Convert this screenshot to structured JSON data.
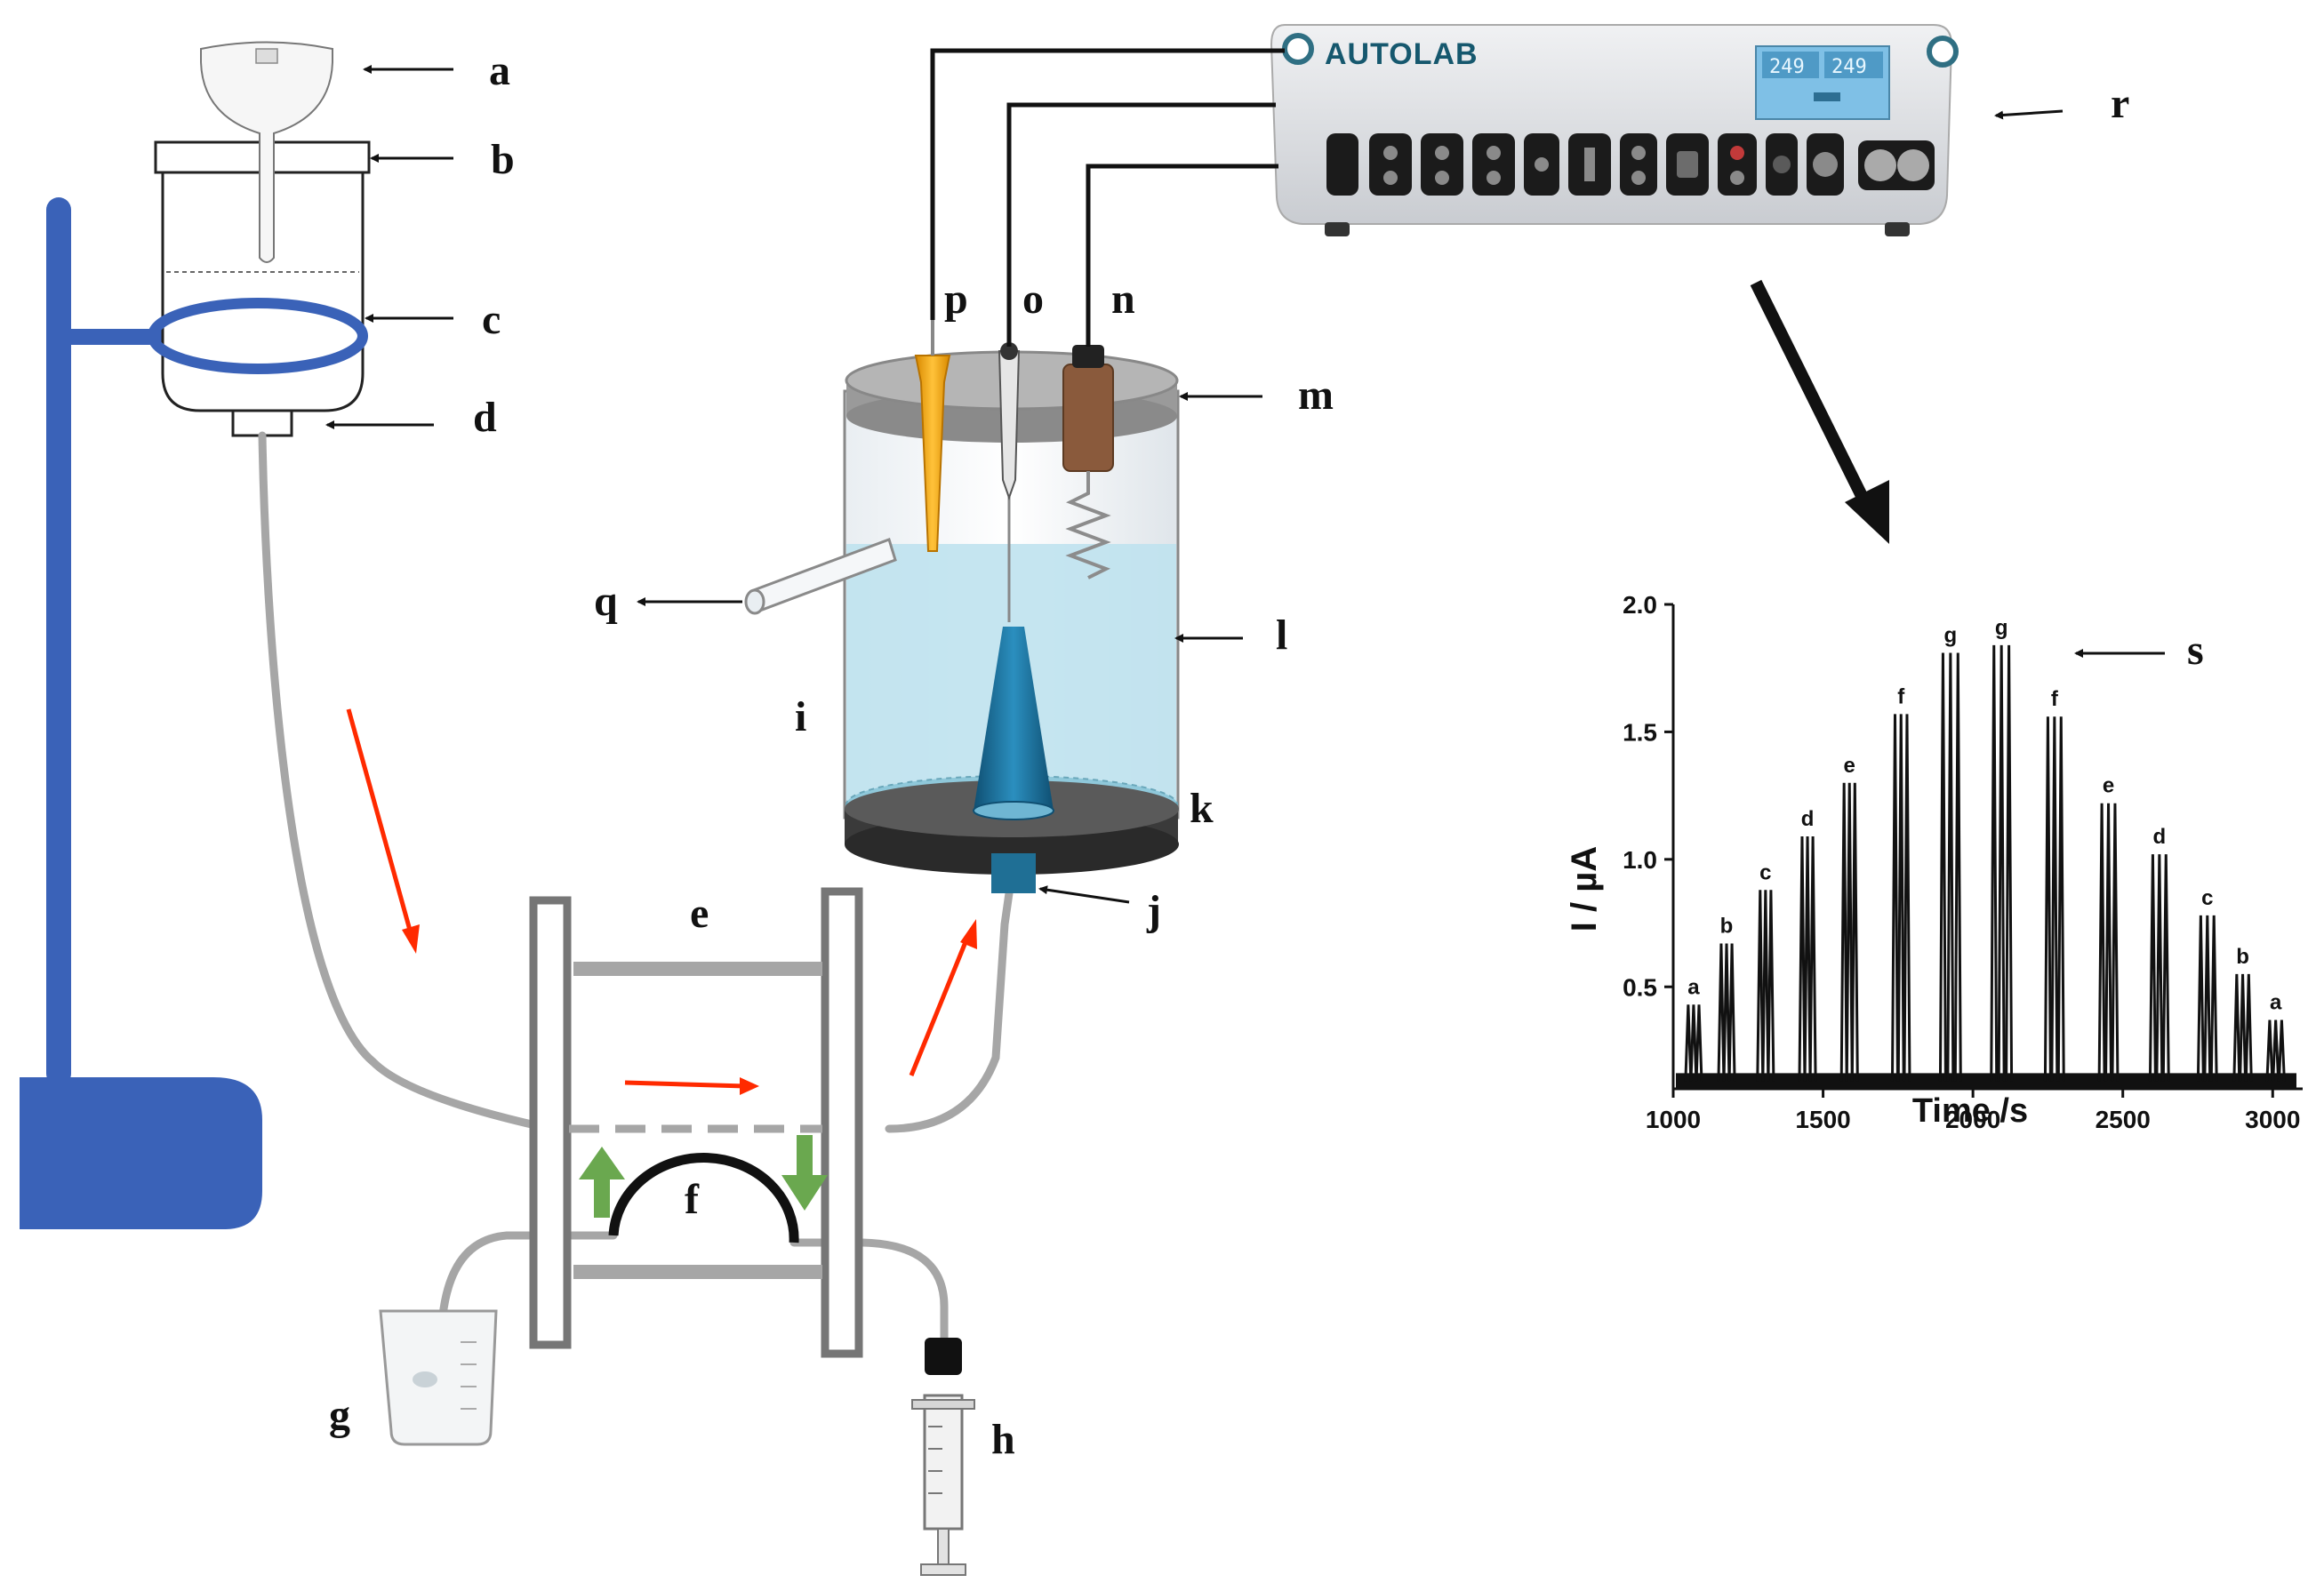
{
  "diagram": {
    "labels": {
      "a": "a",
      "b": "b",
      "c": "c",
      "d": "d",
      "e": "e",
      "f": "f",
      "g": "g",
      "h": "h",
      "i": "i",
      "j": "j",
      "k": "k",
      "l": "l",
      "m": "m",
      "n": "n",
      "o": "o",
      "p": "p",
      "q": "q",
      "r": "r",
      "s": "s"
    },
    "instrument": {
      "brand": "AUTOLAB",
      "display_1": "249",
      "display_2": "249"
    },
    "colors": {
      "stand": "#3a62b8",
      "flow_arrow": "#ff2a00",
      "pump_arrow": "#6aa84f",
      "solution": "#bfe2ee",
      "electrode": "#1f6f95"
    }
  },
  "chart_data": {
    "type": "line",
    "xlabel": "Time /s",
    "ylabel": "I / µA",
    "xlim": [
      1000,
      3100
    ],
    "ylim": [
      0.1,
      2.0
    ],
    "xticks": [
      "1000",
      "1500",
      "2000",
      "2500",
      "3000"
    ],
    "yticks": [
      "0.5",
      "1.0",
      "1.5",
      "2.0"
    ],
    "baseline": 0.13,
    "peaks": [
      {
        "group": "a",
        "x": [
          1050,
          1068,
          1086
        ],
        "height": 0.43
      },
      {
        "group": "b",
        "x": [
          1160,
          1178,
          1196
        ],
        "height": 0.67
      },
      {
        "group": "c",
        "x": [
          1290,
          1308,
          1326
        ],
        "height": 0.88
      },
      {
        "group": "d",
        "x": [
          1430,
          1448,
          1466
        ],
        "height": 1.09
      },
      {
        "group": "e",
        "x": [
          1570,
          1588,
          1606
        ],
        "height": 1.3
      },
      {
        "group": "f",
        "x": [
          1740,
          1760,
          1780
        ],
        "height": 1.57
      },
      {
        "group": "g",
        "x": [
          1900,
          1925,
          1950
        ],
        "height": 1.81
      },
      {
        "group": "g",
        "x": [
          2070,
          2095,
          2120
        ],
        "height": 1.84
      },
      {
        "group": "f",
        "x": [
          2250,
          2272,
          2294
        ],
        "height": 1.56
      },
      {
        "group": "e",
        "x": [
          2430,
          2452,
          2474
        ],
        "height": 1.22
      },
      {
        "group": "d",
        "x": [
          2600,
          2622,
          2644
        ],
        "height": 1.02
      },
      {
        "group": "c",
        "x": [
          2760,
          2782,
          2804
        ],
        "height": 0.78
      },
      {
        "group": "b",
        "x": [
          2880,
          2900,
          2920
        ],
        "height": 0.55
      },
      {
        "group": "a",
        "x": [
          2990,
          3010,
          3030
        ],
        "height": 0.37
      }
    ]
  }
}
